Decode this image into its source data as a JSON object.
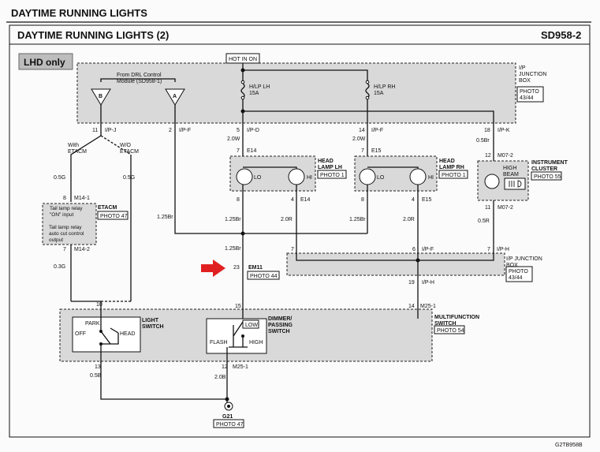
{
  "header": {
    "page_title": "DAYTIME RUNNING LIGHTS",
    "section_title": "DAYTIME RUNNING LIGHTS (2)",
    "doc_code": "SD958-2",
    "variant_badge": "LHD only",
    "footer_code": "G2TB958B"
  },
  "top": {
    "hot_in_on": "HOT IN ON",
    "ip_box": "I/P\nJUNCTION\nBOX",
    "ip_box_photo": "PHOTO\n43/44",
    "drl_module": "From DRL Control\nModule (SD958-1)",
    "conn_b": "B",
    "conn_a": "A",
    "fuse_lh": "H/LP LH\n15A",
    "fuse_rh": "H/LP RH\n15A"
  },
  "pins_top": {
    "p11": "11",
    "ipj": "I/P-J",
    "p2": "2",
    "ipf": "I/P-F",
    "p5": "5",
    "ipd": "I/P-D",
    "p14": "14",
    "ipf2": "I/P-F",
    "p18": "18",
    "ipk": "I/P-K"
  },
  "branch": {
    "with_etacm": "With\nETACM",
    "wo_etacm": "W/O\nETACM"
  },
  "wires": {
    "w05g_a": "0.5G",
    "w05g_b": "0.5G",
    "w03g": "0.3G",
    "w20w_a": "2.0W",
    "w20w_b": "2.0W",
    "w05br_a": "0.5Br",
    "w125br_a": "1.25Br",
    "w125br_b": "1.25Br",
    "w125br_c": "1.25Br",
    "w125br_d": "1.25Br",
    "w20r_a": "2.0R",
    "w20r_b": "2.0R",
    "w05r": "0.5R",
    "w05b": "0.5B",
    "w20b": "2.0B"
  },
  "etacm": {
    "pin8": "8",
    "conn1": "M14-1",
    "label": "ETACM",
    "photo": "PHOTO 47",
    "text1": "Tail lamp relay\n\"ON\" input",
    "text2": "Tail lamp relay\nauto cut control\noutput",
    "pin7": "7",
    "conn2": "M14-2"
  },
  "head_lh": {
    "pin7": "7",
    "conn": "E14",
    "label": "HEAD\nLAMP LH",
    "photo": "PHOTO 1",
    "lo": "LO",
    "hi": "HI",
    "pin8": "8",
    "pin4": "4",
    "conn_b": "E14"
  },
  "head_rh": {
    "pin7": "7",
    "conn": "E15",
    "label": "HEAD\nLAMP RH",
    "photo": "PHOTO 1",
    "lo": "LO",
    "hi": "HI",
    "pin8": "8",
    "pin4": "4",
    "conn_b": "E15"
  },
  "cluster": {
    "pin12": "12",
    "conn": "M07-2",
    "label": "INSTRUMENT\nCLUSTER",
    "photo": "PHOTO 55",
    "high_beam": "HIGH\nBEAM",
    "pin11": "11",
    "conn_b": "M07-2"
  },
  "ip_box2": {
    "pin7": "7",
    "pin6": "6",
    "ipf": "I/P-F",
    "pin7b": "7",
    "iph": "I/P-H",
    "label": "I/P JUNCTION\nBOX",
    "photo": "PHOTO\n43/44",
    "pin19": "19",
    "iph2": "I/P-H"
  },
  "connector_em11": {
    "pin23": "23",
    "conn": "EM11",
    "photo": "PHOTO 44"
  },
  "multifunction": {
    "pin10": "10",
    "pin15": "15",
    "pin14": "14",
    "conn": "M25-1",
    "label": "MULTIFUNCTION\nSWITCH",
    "photo": "PHOTO 54",
    "light_switch": "LIGHT\nSWITCH",
    "park": "PARK",
    "off": "OFF",
    "head": "HEAD",
    "dimmer": "DIMMER/\nPASSING\nSWITCH",
    "low": "LOW",
    "flash": "FLASH",
    "high": "HIGH",
    "pin13": "13",
    "pin12": "12",
    "conn_b": "M25-1"
  },
  "ground": {
    "label": "G21",
    "photo": "PHOTO 47"
  }
}
